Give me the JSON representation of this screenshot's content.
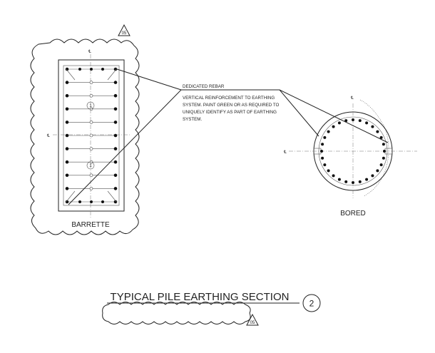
{
  "revision_tag": "05",
  "centerline_symbol": "℄",
  "barrette": {
    "label": "BARRETTE",
    "pile_marks": [
      "1",
      "1"
    ],
    "bars_per_row": 3,
    "bar_rows": 11
  },
  "bored": {
    "label": "BORED",
    "ring_bars": 28
  },
  "note": {
    "lines": [
      "DEDICATED REBAR",
      "VERTICAL REINFORCEMENT TO EARTHING",
      "SYSTEM. PAINT GREEN OR AS REQUIRED TO",
      "UNIQUELY IDENTIFY AS PART OF EARTHING",
      "SYSTEM."
    ]
  },
  "section": {
    "title": "TYPICAL PILE EARTHING SECTION",
    "number": "2"
  }
}
